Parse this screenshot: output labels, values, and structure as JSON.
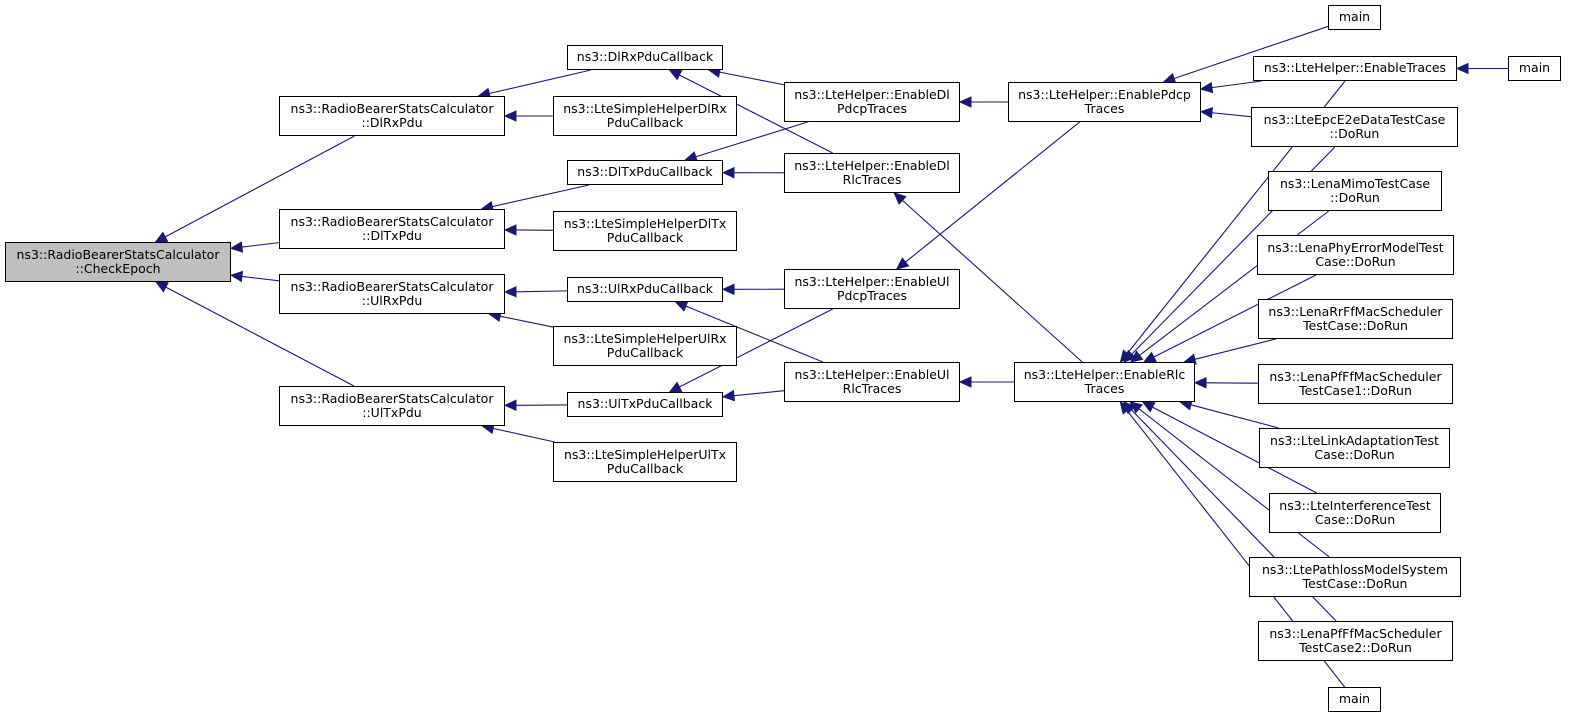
{
  "graph": {
    "edge_color": "#191970",
    "root_fill": "#bfbfbf",
    "nodes": {
      "check_epoch": {
        "lines": [
          "ns3::RadioBearerStatsCalculator",
          "::CheckEpoch"
        ]
      },
      "dl_rx_pdu": {
        "lines": [
          "ns3::RadioBearerStatsCalculator",
          "::DlRxPdu"
        ]
      },
      "dl_tx_pdu": {
        "lines": [
          "ns3::RadioBearerStatsCalculator",
          "::DlTxPdu"
        ]
      },
      "ul_rx_pdu": {
        "lines": [
          "ns3::RadioBearerStatsCalculator",
          "::UlRxPdu"
        ]
      },
      "ul_tx_pdu": {
        "lines": [
          "ns3::RadioBearerStatsCalculator",
          "::UlTxPdu"
        ]
      },
      "dl_rx_pdu_callback": {
        "lines": [
          "ns3::DlRxPduCallback"
        ]
      },
      "simple_dl_rx": {
        "lines": [
          "ns3::LteSimpleHelperDlRx",
          "PduCallback"
        ]
      },
      "dl_tx_pdu_callback": {
        "lines": [
          "ns3::DlTxPduCallback"
        ]
      },
      "simple_dl_tx": {
        "lines": [
          "ns3::LteSimpleHelperDlTx",
          "PduCallback"
        ]
      },
      "ul_rx_pdu_callback": {
        "lines": [
          "ns3::UlRxPduCallback"
        ]
      },
      "simple_ul_rx": {
        "lines": [
          "ns3::LteSimpleHelperUlRx",
          "PduCallback"
        ]
      },
      "ul_tx_pdu_callback": {
        "lines": [
          "ns3::UlTxPduCallback"
        ]
      },
      "simple_ul_tx": {
        "lines": [
          "ns3::LteSimpleHelperUlTx",
          "PduCallback"
        ]
      },
      "enable_dl_pdcp": {
        "lines": [
          "ns3::LteHelper::EnableDl",
          "PdcpTraces"
        ]
      },
      "enable_dl_rlc": {
        "lines": [
          "ns3::LteHelper::EnableDl",
          "RlcTraces"
        ]
      },
      "enable_ul_pdcp": {
        "lines": [
          "ns3::LteHelper::EnableUl",
          "PdcpTraces"
        ]
      },
      "enable_ul_rlc": {
        "lines": [
          "ns3::LteHelper::EnableUl",
          "RlcTraces"
        ]
      },
      "enable_pdcp": {
        "lines": [
          "ns3::LteHelper::EnablePdcp",
          "Traces"
        ]
      },
      "enable_rlc": {
        "lines": [
          "ns3::LteHelper::EnableRlc",
          "Traces"
        ]
      },
      "main_top": {
        "lines": [
          "main"
        ]
      },
      "enable_traces": {
        "lines": [
          "ns3::LteHelper::EnableTraces"
        ]
      },
      "main_right": {
        "lines": [
          "main"
        ]
      },
      "epc_e2e": {
        "lines": [
          "ns3::LteEpcE2eDataTestCase",
          "::DoRun"
        ]
      },
      "lena_mimo": {
        "lines": [
          "ns3::LenaMimoTestCase",
          "::DoRun"
        ]
      },
      "lena_phy_error": {
        "lines": [
          "ns3::LenaPhyErrorModelTest",
          "Case::DoRun"
        ]
      },
      "lena_rr_ff": {
        "lines": [
          "ns3::LenaRrFfMacScheduler",
          "TestCase::DoRun"
        ]
      },
      "lena_pf_ff1": {
        "lines": [
          "ns3::LenaPfFfMacScheduler",
          "TestCase1::DoRun"
        ]
      },
      "link_adaptation": {
        "lines": [
          "ns3::LteLinkAdaptationTest",
          "Case::DoRun"
        ]
      },
      "interference": {
        "lines": [
          "ns3::LteInterferenceTest",
          "Case::DoRun"
        ]
      },
      "pathloss": {
        "lines": [
          "ns3::LtePathlossModelSystem",
          "TestCase::DoRun"
        ]
      },
      "lena_pf_ff2": {
        "lines": [
          "ns3::LenaPfFfMacScheduler",
          "TestCase2::DoRun"
        ]
      },
      "main_bottom": {
        "lines": [
          "main"
        ]
      }
    },
    "edges": [
      [
        "dl_rx_pdu",
        "check_epoch"
      ],
      [
        "dl_tx_pdu",
        "check_epoch"
      ],
      [
        "ul_rx_pdu",
        "check_epoch"
      ],
      [
        "ul_tx_pdu",
        "check_epoch"
      ],
      [
        "dl_rx_pdu_callback",
        "dl_rx_pdu"
      ],
      [
        "simple_dl_rx",
        "dl_rx_pdu"
      ],
      [
        "dl_tx_pdu_callback",
        "dl_tx_pdu"
      ],
      [
        "simple_dl_tx",
        "dl_tx_pdu"
      ],
      [
        "ul_rx_pdu_callback",
        "ul_rx_pdu"
      ],
      [
        "simple_ul_rx",
        "ul_rx_pdu"
      ],
      [
        "ul_tx_pdu_callback",
        "ul_tx_pdu"
      ],
      [
        "simple_ul_tx",
        "ul_tx_pdu"
      ],
      [
        "enable_dl_pdcp",
        "dl_rx_pdu_callback"
      ],
      [
        "enable_dl_rlc",
        "dl_rx_pdu_callback"
      ],
      [
        "enable_dl_pdcp",
        "dl_tx_pdu_callback"
      ],
      [
        "enable_dl_rlc",
        "dl_tx_pdu_callback"
      ],
      [
        "enable_ul_pdcp",
        "ul_rx_pdu_callback"
      ],
      [
        "enable_ul_rlc",
        "ul_rx_pdu_callback"
      ],
      [
        "enable_ul_pdcp",
        "ul_tx_pdu_callback"
      ],
      [
        "enable_ul_rlc",
        "ul_tx_pdu_callback"
      ],
      [
        "enable_pdcp",
        "enable_dl_pdcp"
      ],
      [
        "enable_pdcp",
        "enable_ul_pdcp"
      ],
      [
        "enable_rlc",
        "enable_dl_rlc"
      ],
      [
        "enable_rlc",
        "enable_ul_rlc"
      ],
      [
        "main_top",
        "enable_pdcp"
      ],
      [
        "enable_traces",
        "enable_pdcp"
      ],
      [
        "epc_e2e",
        "enable_pdcp"
      ],
      [
        "enable_traces",
        "enable_rlc"
      ],
      [
        "epc_e2e",
        "enable_rlc"
      ],
      [
        "lena_mimo",
        "enable_rlc"
      ],
      [
        "lena_phy_error",
        "enable_rlc"
      ],
      [
        "lena_rr_ff",
        "enable_rlc"
      ],
      [
        "lena_pf_ff1",
        "enable_rlc"
      ],
      [
        "link_adaptation",
        "enable_rlc"
      ],
      [
        "interference",
        "enable_rlc"
      ],
      [
        "pathloss",
        "enable_rlc"
      ],
      [
        "lena_pf_ff2",
        "enable_rlc"
      ],
      [
        "main_bottom",
        "enable_rlc"
      ],
      [
        "main_right",
        "enable_traces"
      ]
    ]
  }
}
